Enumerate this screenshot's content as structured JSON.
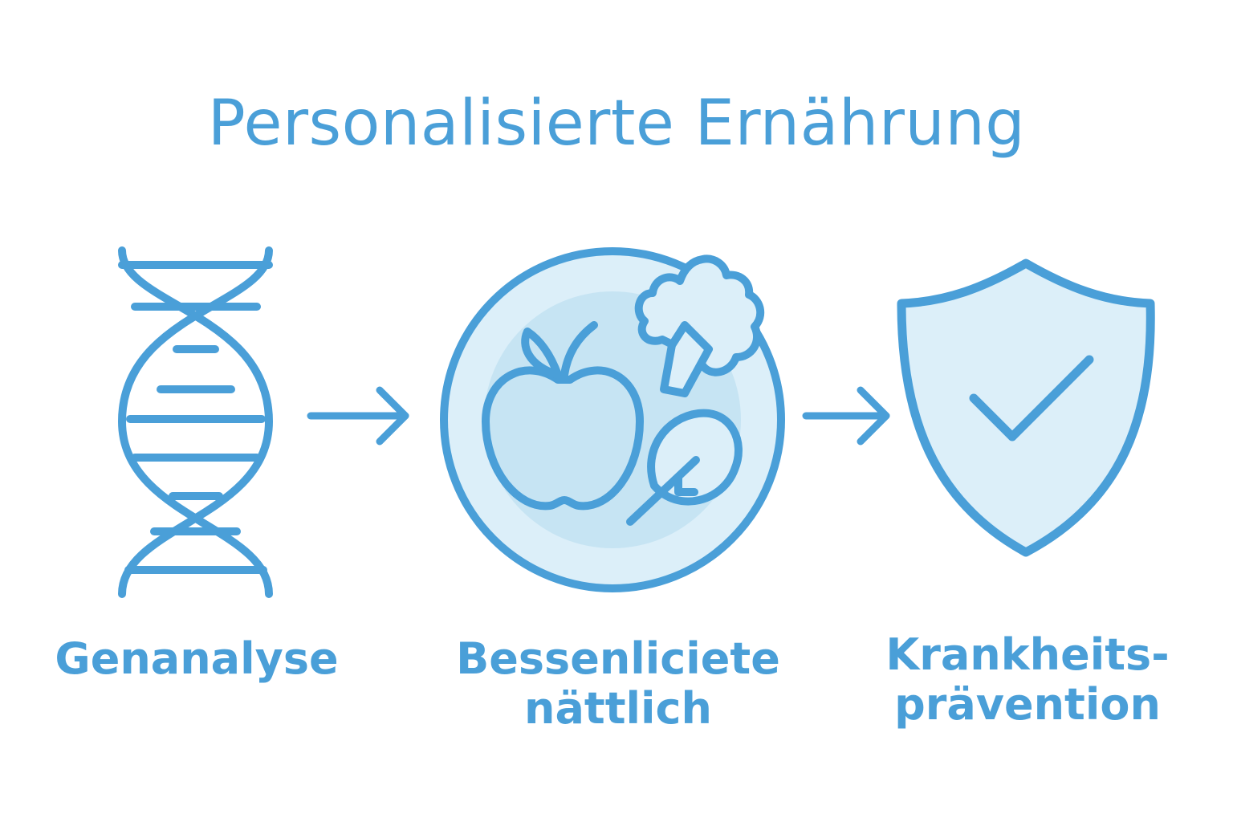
{
  "title": "Personalisierte Ernährung",
  "colors": {
    "stroke": "#4a9fd8",
    "fill_light": "#dceff9",
    "fill_mid": "#c6e4f3",
    "background": "#ffffff"
  },
  "steps": [
    {
      "icon": "dna-helix-icon",
      "label_lines": [
        "Genanalyse"
      ]
    },
    {
      "icon": "plate-with-food-icon",
      "label_lines": [
        "Bessenliciete",
        "nättlich"
      ]
    },
    {
      "icon": "shield-check-icon",
      "label_lines": [
        "Krankheits-",
        "prävention"
      ]
    }
  ],
  "connectors": [
    "arrow-right-icon",
    "arrow-right-icon"
  ]
}
